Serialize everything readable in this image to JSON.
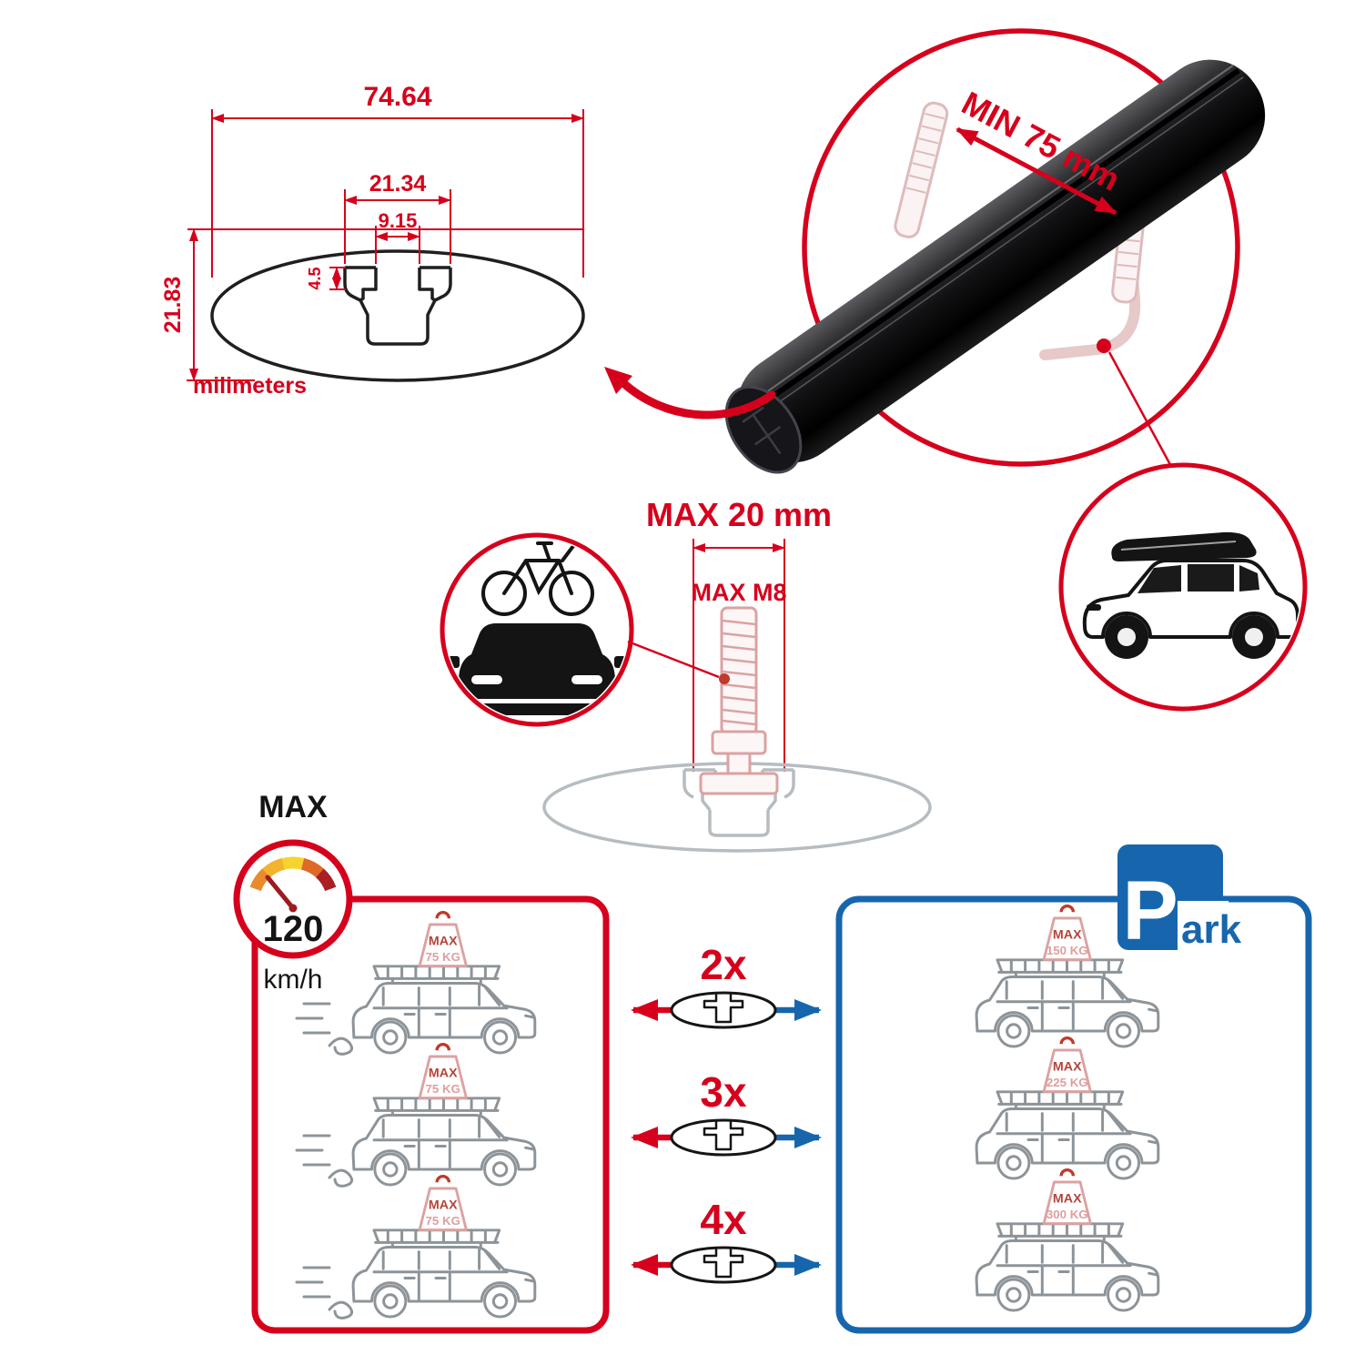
{
  "tech_drawing": {
    "total_width": "74.64",
    "channel_width": "21.34",
    "slot_width": "9.15",
    "lip_depth": "4.5",
    "bar_height": "21.83",
    "units_label": "milimeters"
  },
  "bar_view": {
    "min_span": "MIN 75 mm"
  },
  "bolt_view": {
    "max_width": "MAX 20 mm",
    "max_thread": "MAX M8"
  },
  "speed_limit": {
    "label": "MAX",
    "value": "120",
    "unit": "km/h"
  },
  "bar_counts": [
    {
      "label": "2x"
    },
    {
      "label": "3x"
    },
    {
      "label": "4x"
    }
  ],
  "driving_panel": {
    "cars": [
      {
        "tag_title": "MAX",
        "tag_value": "75 KG"
      },
      {
        "tag_title": "MAX",
        "tag_value": "75 KG"
      },
      {
        "tag_title": "MAX",
        "tag_value": "75 KG"
      }
    ]
  },
  "parked_panel": {
    "sign_letter": "P",
    "sign_suffix": "ark",
    "cars": [
      {
        "tag_title": "MAX",
        "tag_value": "150 KG"
      },
      {
        "tag_title": "MAX",
        "tag_value": "225 KG"
      },
      {
        "tag_title": "MAX",
        "tag_value": "300 KG"
      }
    ]
  },
  "colors": {
    "accent_red": "#d6001c",
    "accent_blue": "#1766ad",
    "faint_pink": "#dba2a2",
    "outline_gray": "#8d9499",
    "ink": "#141414"
  }
}
